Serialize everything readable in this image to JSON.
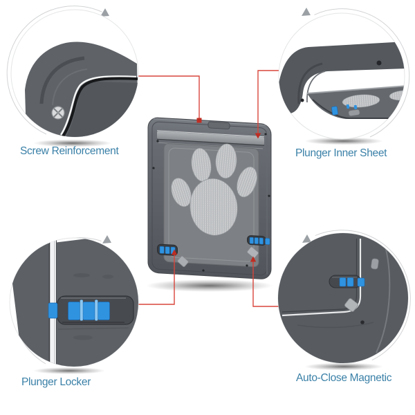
{
  "callouts": [
    {
      "id": "screw-reinforcement",
      "label": "Screw Reinforcement"
    },
    {
      "id": "plunger-inner-sheet",
      "label": "Plunger Inner Sheet"
    },
    {
      "id": "plunger-locker",
      "label": "Plunger Locker"
    },
    {
      "id": "auto-close-magnetic",
      "label": "Auto-Close Magnetic"
    }
  ],
  "colors": {
    "label_text": "#3a80a7",
    "leader_line": "#d8453b",
    "leader_marker": "#bf2d22",
    "plunger_blue": "#2f93e0",
    "frame_gray": "#5c6066",
    "screen_gray": "#7d8084",
    "mesh_gray": "#c9cbcd",
    "background": "#ffffff"
  }
}
